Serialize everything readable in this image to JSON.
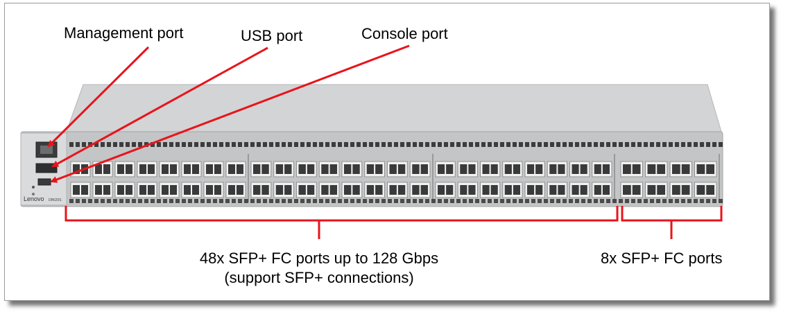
{
  "labels": {
    "management_port": "Management port",
    "usb_port": "USB port",
    "console_port": "Console port",
    "fc48_line1": "48x SFP+ FC ports up to 128 Gbps",
    "fc48_line2": "(support SFP+ connections)",
    "fc8": "8x SFP+ FC ports"
  },
  "device": {
    "brand": "Lenovo",
    "model": "DB620S"
  },
  "colors": {
    "annotation": "#e8141b",
    "chassis": "#c9cacb",
    "top_panel": "#d8d9da",
    "port": "#3a3a3a"
  }
}
